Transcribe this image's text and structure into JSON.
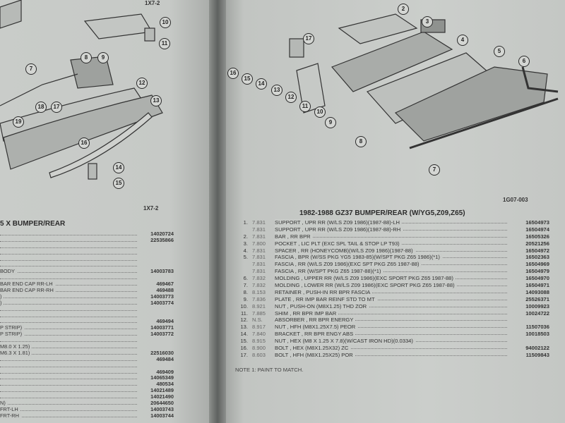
{
  "left_page": {
    "figure_refs": [
      "1X7-2",
      "1X7-2"
    ],
    "callouts": [
      "10",
      "11",
      "8",
      "9",
      "7",
      "12",
      "13",
      "17",
      "18",
      "19",
      "16",
      "14",
      "15"
    ],
    "section_title": "5 X BUMPER/REAR",
    "rows": [
      {
        "desc": "",
        "pn": "14020724"
      },
      {
        "desc": "",
        "pn": "22535866"
      },
      {
        "desc": "",
        "pn": ""
      },
      {
        "desc": "",
        "pn": ""
      },
      {
        "desc": "",
        "pn": ""
      },
      {
        "desc": "",
        "pn": ""
      },
      {
        "desc": "BODY",
        "pn": "14003783"
      },
      {
        "desc": "",
        "pn": ""
      },
      {
        "desc": "BAR END CAP RR-LH",
        "pn": "469467"
      },
      {
        "desc": "BAR END CAP RR-RH",
        "pn": "469488"
      },
      {
        "desc": ")",
        "pn": "14003773"
      },
      {
        "desc": ")",
        "pn": "14003774"
      },
      {
        "desc": "",
        "pn": ""
      },
      {
        "desc": "",
        "pn": ""
      },
      {
        "desc": "",
        "pn": "469494"
      },
      {
        "desc": "P STRIP)",
        "pn": "14003771"
      },
      {
        "desc": "P STRIP)",
        "pn": "14003772"
      },
      {
        "desc": "",
        "pn": ""
      },
      {
        "desc": "M8.0 X 1.25)",
        "pn": ""
      },
      {
        "desc": "M6.3 X 1.81)",
        "pn": "22516030"
      },
      {
        "desc": "",
        "pn": "469484"
      },
      {
        "desc": "",
        "pn": ""
      },
      {
        "desc": "",
        "pn": "469409"
      },
      {
        "desc": "",
        "pn": "14065349"
      },
      {
        "desc": "",
        "pn": "480534"
      },
      {
        "desc": "",
        "pn": "14021489"
      },
      {
        "desc": "",
        "pn": "14021490"
      },
      {
        "desc": "N)",
        "pn": "20644650"
      },
      {
        "desc": "FRT-LH",
        "pn": "14003743"
      },
      {
        "desc": "FRT-RH",
        "pn": "14003744"
      }
    ]
  },
  "right_page": {
    "figure_ref": "1G07-003",
    "callouts": [
      "2",
      "3",
      "4",
      "5",
      "6",
      "17",
      "16",
      "15",
      "14",
      "13",
      "12",
      "11",
      "10",
      "9",
      "8",
      "7"
    ],
    "section_title": "1982-1988 GZ37 BUMPER/REAR (W/YG5,Z09,Z65)",
    "rows": [
      {
        "idx": "1.",
        "code": "7.831",
        "desc": "SUPPORT , UPR RR (W/LS Z09 1986)(1987-88)-LH",
        "pn": "16504973"
      },
      {
        "idx": "",
        "code": "7.831",
        "desc": "SUPPORT , UPR RR (W/LS Z09 1986)(1987-88)-RH",
        "pn": "16504974"
      },
      {
        "idx": "2.",
        "code": "7.831",
        "desc": "BAR , RR BPR",
        "pn": "16505326"
      },
      {
        "idx": "3.",
        "code": "7.800",
        "desc": "POCKET , LIC PLT (EXC SPL TAIL & STOP LP T93)",
        "pn": "20521256"
      },
      {
        "idx": "4.",
        "code": "7.831",
        "desc": "SPACER , RR (HONEYCOMB)(W/LS Z09 1986)(1987-88)",
        "pn": "16504972"
      },
      {
        "idx": "5.",
        "code": "7.831",
        "desc": "FASCIA , BPR (W/SS PKG YG5 1983-85)(W/SPT PKG Z65 1986)(*1)",
        "pn": "16502363"
      },
      {
        "idx": "",
        "code": "7.831",
        "desc": "FASCIA , RR (W/LS Z09 1986)(EXC SPT PKG Z65 1987-88)",
        "pn": "16504969"
      },
      {
        "idx": "",
        "code": "7.831",
        "desc": "FASCIA , RR (W/SPT PKG Z65 1987-88)(*1)",
        "pn": "16504979"
      },
      {
        "idx": "6.",
        "code": "7.832",
        "desc": "MOLDING , UPPER RR (W/LS Z09 1986)(EXC SPORT PKG Z65 1987-88)",
        "pn": "16504970"
      },
      {
        "idx": "7.",
        "code": "7.832",
        "desc": "MOLDING , LOWER RR (W/LS Z09 1986)(EXC SPORT PKG Z65 1987-88)",
        "pn": "16504971"
      },
      {
        "idx": "8.",
        "code": "8.153",
        "desc": "RETAINER , PUSH-IN RR BPR FASCIA",
        "pn": "14093088"
      },
      {
        "idx": "9.",
        "code": "7.836",
        "desc": "PLATE , RR IMP BAR REINF STD TO MT",
        "pn": "25526371"
      },
      {
        "idx": "10.",
        "code": "8.921",
        "desc": "NUT , PUSH-ON (M8X1.25) THD ZOR",
        "pn": "10009923"
      },
      {
        "idx": "11.",
        "code": "7.885",
        "desc": "SHIM , RR BPR IMP BAR",
        "pn": "10024722"
      },
      {
        "idx": "12.",
        "code": "N.S.",
        "desc": "ABSORBER , RR BPR ENERGY",
        "pn": ""
      },
      {
        "idx": "13.",
        "code": "8.917",
        "desc": "NUT , HFH (M8X1.25X7.5) PEOR",
        "pn": "11507036"
      },
      {
        "idx": "14.",
        "code": "7.840",
        "desc": "BRACKET , RR BPR ENGY ABS",
        "pn": "10018503"
      },
      {
        "idx": "15.",
        "code": "8.915",
        "desc": "NUT , HEX (M8 X 1.25 X 7.8)(W/CAST IRON HD)(0.0334)",
        "pn": ""
      },
      {
        "idx": "16.",
        "code": "8.900",
        "desc": "BOLT , HEX (M8X1.25X32) ZC",
        "pn": "94002122"
      },
      {
        "idx": "17.",
        "code": "8.603",
        "desc": "BOLT , HFH (M8X1.25X25) POR",
        "pn": "11509843"
      }
    ],
    "note": "NOTE 1: PAINT TO MATCH."
  }
}
